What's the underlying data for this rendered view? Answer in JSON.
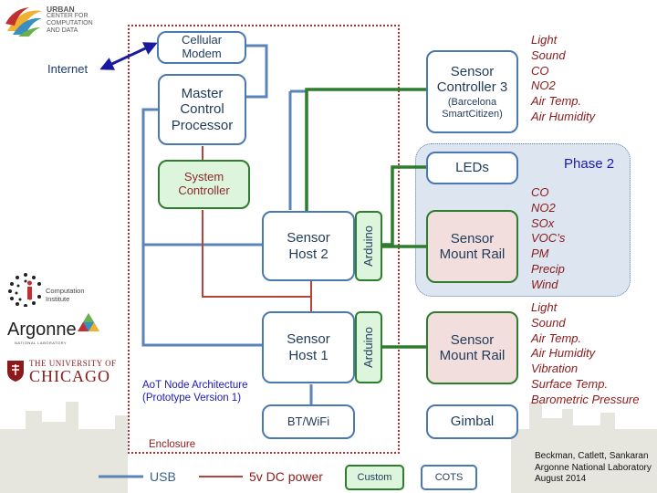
{
  "logo": {
    "line1": "URBAN",
    "line2": "CENTER FOR",
    "line3": "COMPUTATION",
    "line4": "AND DATA"
  },
  "internet_label": "Internet",
  "boxes": {
    "cellular_modem": [
      "Cellular",
      "Modem"
    ],
    "master_control": [
      "Master",
      "Control",
      "Processor"
    ],
    "system_controller": [
      "System",
      "Controller"
    ],
    "sensor_host_2": [
      "Sensor",
      "Host 2"
    ],
    "sensor_host_1": [
      "Sensor",
      "Host 1"
    ],
    "arduino_label": "Arduino",
    "bt_wifi": "BT/WiFi",
    "sensor_controller_3": [
      "Sensor",
      "Controller 3"
    ],
    "sensor_controller_3_sub": [
      "(Barcelona",
      "SmartCitizen)"
    ],
    "leds": "LEDs",
    "sensor_mount_rail": [
      "Sensor",
      "Mount Rail"
    ],
    "gimbal": "Gimbal"
  },
  "phase2_label": "Phase 2",
  "architecture_caption": [
    "AoT Node Architecture",
    "(Prototype Version 1)"
  ],
  "enclosure_label": "Enclosure",
  "sensors_controller3": [
    "Light",
    "Sound",
    "CO",
    "NO2",
    "Air Temp.",
    "Air Humidity"
  ],
  "sensors_phase2": [
    "CO",
    "NO2",
    "SOx",
    "VOC’s",
    "PM",
    "Precip",
    "Wind"
  ],
  "sensors_rail1": [
    "Light",
    "Sound",
    "Air Temp.",
    "Air Humidity",
    "Vibration",
    "Surface Temp.",
    "Barometric Pressure"
  ],
  "left_logos": {
    "computation_institute": [
      "Computation",
      "Institute"
    ],
    "argonne": "Argonne",
    "argonne_sub": "NATIONAL LABORATORY",
    "chicago_the": "THE UNIVERSITY OF",
    "chicago": "CHICAGO"
  },
  "legend": {
    "usb": "USB",
    "power": "5v DC power",
    "custom": "Custom",
    "cots": "COTS"
  },
  "credits": [
    "Beckman, Catlett, Sankaran",
    "Argonne National Laboratory",
    "August 2014"
  ],
  "colors": {
    "usb": "#5b84b8",
    "power": "#b5433a",
    "sensor_link": "#2e7d2e",
    "box_border": "#4a78b0",
    "custom_fill": "#ddf5dd",
    "rail_fill": "#f3dede",
    "phase2_fill": "#dce5f0",
    "sensor_text": "#8b1a1a",
    "enclosure": "#b03030"
  }
}
